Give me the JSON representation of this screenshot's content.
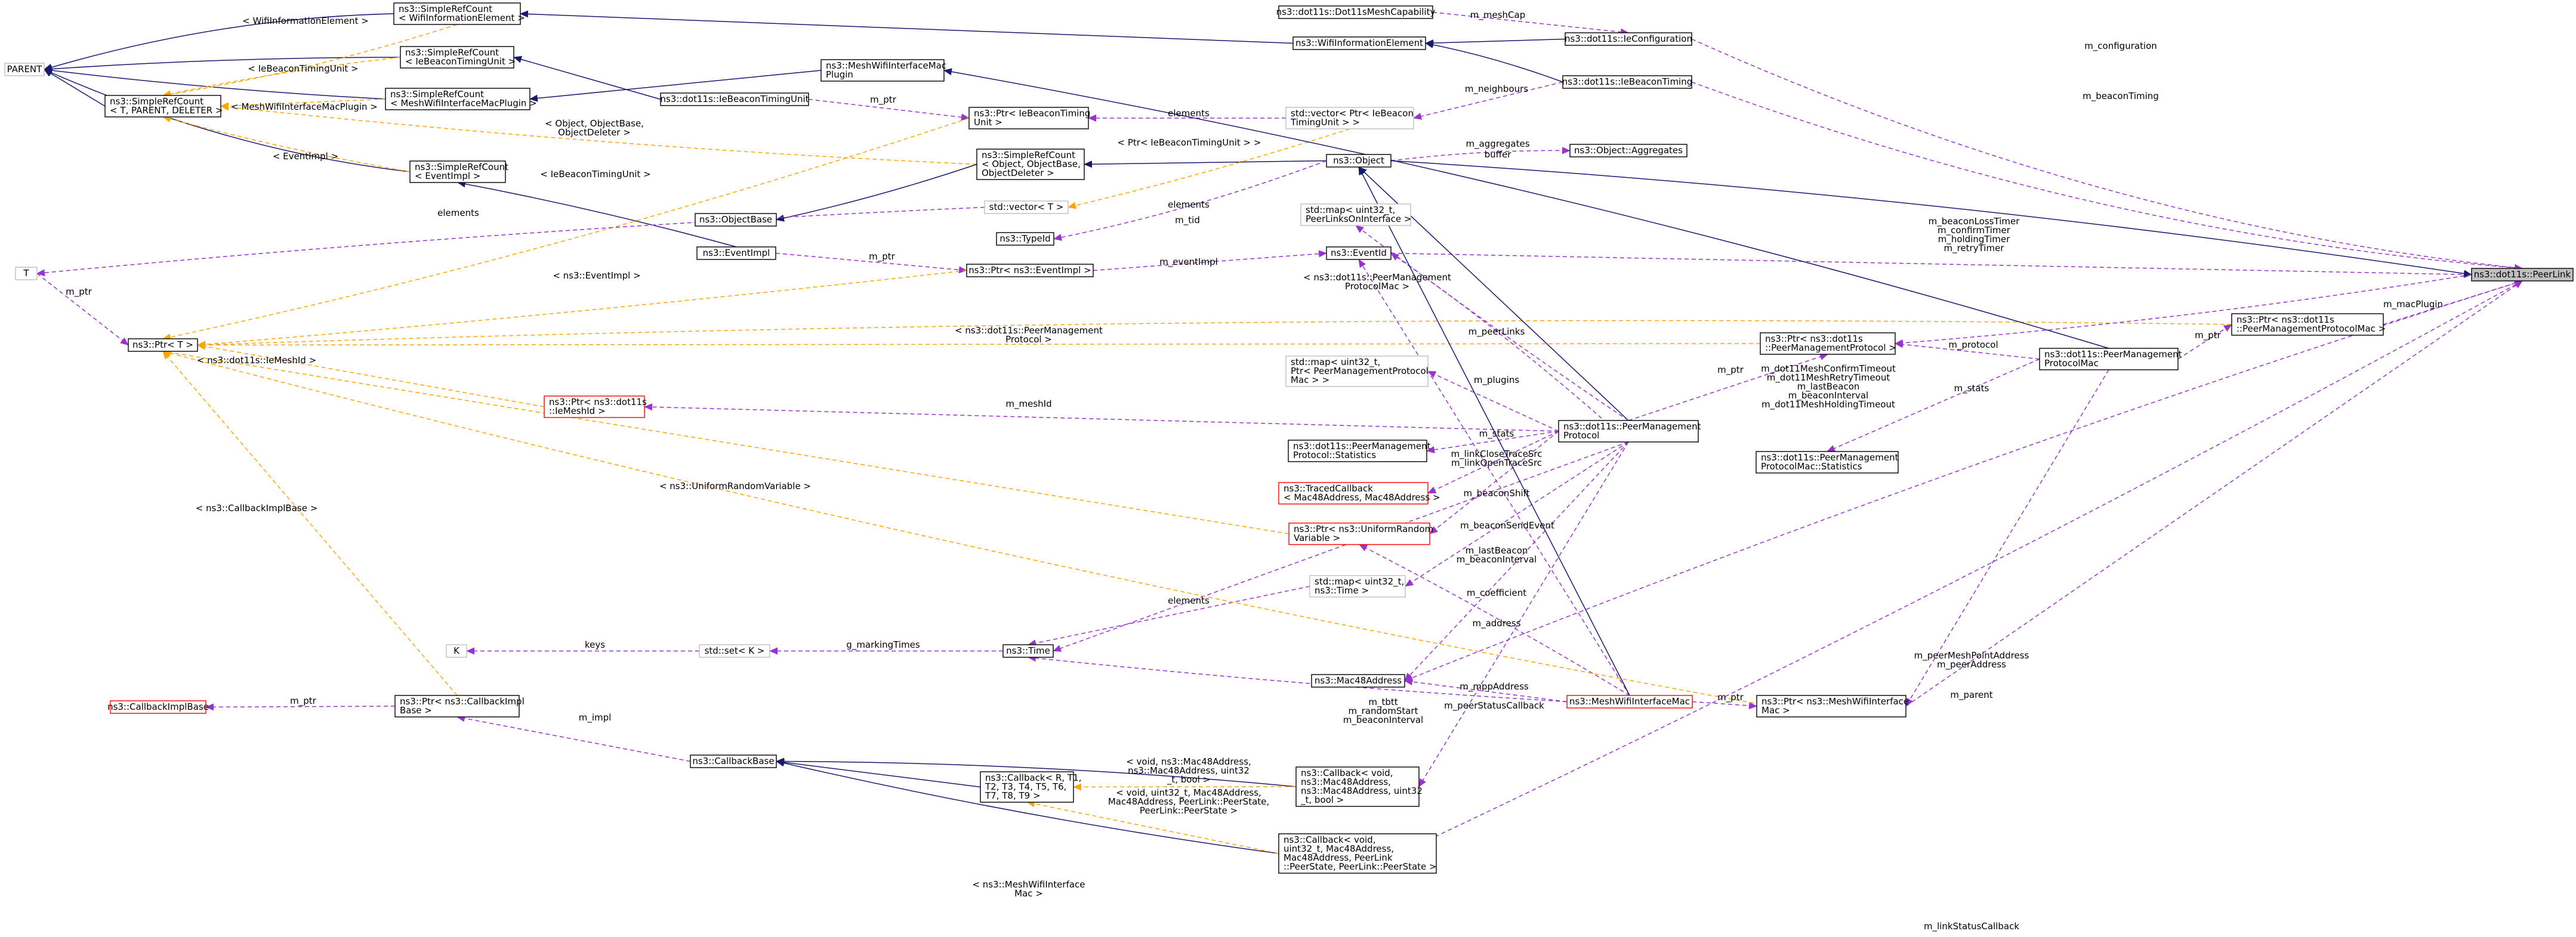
{
  "diagram": {
    "colors": {
      "inheritance": "#191970",
      "usage": "#9a32cd",
      "template": "#ffa500",
      "undocumented_border": "#ff0000",
      "external_border": "#bfbfbf",
      "focus_fill": "#bfbfbf"
    },
    "nodes": [
      {
        "id": "parent",
        "lines": [
          "PARENT"
        ],
        "style": "gray"
      },
      {
        "id": "srcount_tpd",
        "lines": [
          "ns3::SimpleRefCount",
          "< T, PARENT, DELETER >"
        ],
        "style": "box"
      },
      {
        "id": "srcount_wifiinfo",
        "lines": [
          "ns3::SimpleRefCount",
          "< WifiInformationElement >"
        ],
        "style": "box"
      },
      {
        "id": "srcount_ie_timing",
        "lines": [
          "ns3::SimpleRefCount",
          "< IeBeaconTimingUnit >"
        ],
        "style": "box"
      },
      {
        "id": "srcount_meshplugin",
        "lines": [
          "ns3::SimpleRefCount",
          "< MeshWifiInterfaceMacPlugin >"
        ],
        "style": "box"
      },
      {
        "id": "srcount_eventimpl",
        "lines": [
          "ns3::SimpleRefCount",
          "< EventImpl >"
        ],
        "style": "box"
      },
      {
        "id": "srcount_object",
        "lines": [
          "ns3::SimpleRefCount",
          "< Object, ObjectBase,",
          "ObjectDeleter >"
        ],
        "style": "box"
      },
      {
        "id": "t",
        "lines": [
          "T"
        ],
        "style": "gray"
      },
      {
        "id": "ptr_t",
        "lines": [
          "ns3::Ptr< T >"
        ],
        "style": "box"
      },
      {
        "id": "dot11s_meshcap",
        "lines": [
          "ns3::dot11s::Dot11sMeshCapability"
        ],
        "style": "box"
      },
      {
        "id": "wifiinfo",
        "lines": [
          "ns3::WifiInformationElement"
        ],
        "style": "box"
      },
      {
        "id": "ieconfig",
        "lines": [
          "ns3::dot11s::IeConfiguration"
        ],
        "style": "box"
      },
      {
        "id": "iebeacontiming",
        "lines": [
          "ns3::dot11s::IeBeaconTiming"
        ],
        "style": "box"
      },
      {
        "id": "meshplugin",
        "lines": [
          "ns3::MeshWifiInterfaceMac",
          "Plugin"
        ],
        "style": "box"
      },
      {
        "id": "ietimingunit",
        "lines": [
          "ns3::dot11s::IeBeaconTimingUnit"
        ],
        "style": "box"
      },
      {
        "id": "ptr_ietimingunit",
        "lines": [
          "ns3::Ptr< IeBeaconTiming",
          "Unit >"
        ],
        "style": "box"
      },
      {
        "id": "vector_ptr_timing",
        "lines": [
          "std::vector< Ptr< IeBeacon",
          "TimingUnit > >"
        ],
        "style": "gray"
      },
      {
        "id": "object",
        "lines": [
          "ns3::Object"
        ],
        "style": "box"
      },
      {
        "id": "object_aggregates",
        "lines": [
          "ns3::Object::Aggregates"
        ],
        "style": "box"
      },
      {
        "id": "objectbase",
        "lines": [
          "ns3::ObjectBase"
        ],
        "style": "box"
      },
      {
        "id": "vector_t",
        "lines": [
          "std::vector< T >"
        ],
        "style": "gray"
      },
      {
        "id": "map_peerlinks",
        "lines": [
          "std::map< uint32_t,",
          "PeerLinksOnInterface >"
        ],
        "style": "gray"
      },
      {
        "id": "typeid",
        "lines": [
          "ns3::TypeId"
        ],
        "style": "box"
      },
      {
        "id": "eventimpl",
        "lines": [
          "ns3::EventImpl"
        ],
        "style": "box"
      },
      {
        "id": "ptr_eventimpl",
        "lines": [
          "ns3::Ptr< ns3::EventImpl >"
        ],
        "style": "box"
      },
      {
        "id": "eventid",
        "lines": [
          "ns3::EventId"
        ],
        "style": "box"
      },
      {
        "id": "peerlink",
        "lines": [
          "ns3::dot11s::PeerLink"
        ],
        "style": "focus"
      },
      {
        "id": "ptr_pmpmac",
        "lines": [
          "ns3::Ptr< ns3::dot11s",
          "::PeerManagementProtocolMac >"
        ],
        "style": "box"
      },
      {
        "id": "ptr_pmp",
        "lines": [
          "ns3::Ptr< ns3::dot11s",
          "::PeerManagementProtocol >"
        ],
        "style": "box"
      },
      {
        "id": "pmpmac",
        "lines": [
          "ns3::dot11s::PeerManagement",
          "ProtocolMac"
        ],
        "style": "box"
      },
      {
        "id": "pmpmac_stats",
        "lines": [
          "ns3::dot11s::PeerManagement",
          "ProtocolMac::Statistics"
        ],
        "style": "box"
      },
      {
        "id": "ptr_iemeshid",
        "lines": [
          "ns3::Ptr< ns3::dot11s",
          "::IeMeshId >"
        ],
        "style": "red"
      },
      {
        "id": "map_pmp_plugins",
        "lines": [
          "std::map< uint32_t,",
          "Ptr< PeerManagementProtocol",
          "Mac > >"
        ],
        "style": "gray"
      },
      {
        "id": "pmp",
        "lines": [
          "ns3::dot11s::PeerManagement",
          "Protocol"
        ],
        "style": "box"
      },
      {
        "id": "pmp_stats",
        "lines": [
          "ns3::dot11s::PeerManagement",
          "Protocol::Statistics"
        ],
        "style": "box"
      },
      {
        "id": "traced_cb",
        "lines": [
          "ns3::TracedCallback",
          "< Mac48Address, Mac48Address >"
        ],
        "style": "red"
      },
      {
        "id": "ptr_uniform",
        "lines": [
          "ns3::Ptr< ns3::UniformRandom",
          "Variable >"
        ],
        "style": "red"
      },
      {
        "id": "map_time",
        "lines": [
          "std::map< uint32_t,",
          "ns3::Time >"
        ],
        "style": "gray"
      },
      {
        "id": "k",
        "lines": [
          "K"
        ],
        "style": "gray"
      },
      {
        "id": "set_k",
        "lines": [
          "std::set< K >"
        ],
        "style": "gray"
      },
      {
        "id": "time",
        "lines": [
          "ns3::Time"
        ],
        "style": "box"
      },
      {
        "id": "mac48",
        "lines": [
          "ns3::Mac48Address"
        ],
        "style": "box"
      },
      {
        "id": "meshwifimac",
        "lines": [
          "ns3::MeshWifiInterfaceMac"
        ],
        "style": "red"
      },
      {
        "id": "ptr_meshwifimac",
        "lines": [
          "ns3::Ptr< ns3::MeshWifiInterface",
          "Mac >"
        ],
        "style": "box"
      },
      {
        "id": "cbimplbase",
        "lines": [
          "ns3::CallbackImplBase"
        ],
        "style": "red"
      },
      {
        "id": "ptr_cbimplbase",
        "lines": [
          "ns3::Ptr< ns3::CallbackImpl",
          "Base >"
        ],
        "style": "box"
      },
      {
        "id": "callbackbase",
        "lines": [
          "ns3::CallbackBase"
        ],
        "style": "box"
      },
      {
        "id": "callback_tpl",
        "lines": [
          "ns3::Callback< R, T1,",
          "T2, T3, T4, T5, T6,",
          "T7, T8, T9 >"
        ],
        "style": "box"
      },
      {
        "id": "callback_void_mac",
        "lines": [
          "ns3::Callback< void,",
          "ns3::Mac48Address,",
          "ns3::Mac48Address, uint32",
          "_t, bool >"
        ],
        "style": "box"
      },
      {
        "id": "callback_void_peer",
        "lines": [
          "ns3::Callback< void,",
          "uint32_t, Mac48Address,",
          "Mac48Address, PeerLink",
          "::PeerState, PeerLink::PeerState >"
        ],
        "style": "box"
      }
    ],
    "edge_labels": [
      {
        "id": "lbl_wifiinfo_elem",
        "lines": [
          "< WifiInformationElement >"
        ]
      },
      {
        "id": "lbl_ietimingunit",
        "lines": [
          "< IeBeaconTimingUnit >"
        ]
      },
      {
        "id": "lbl_meshplugin",
        "lines": [
          "< MeshWifiInterfaceMacPlugin >"
        ]
      },
      {
        "id": "lbl_object_tpl",
        "lines": [
          "< Object, ObjectBase,",
          "ObjectDeleter >"
        ]
      },
      {
        "id": "lbl_eventimpl_tpl",
        "lines": [
          "< EventImpl >"
        ]
      },
      {
        "id": "lbl_ietimingunit2",
        "lines": [
          "< IeBeaconTimingUnit >"
        ]
      },
      {
        "id": "lbl_elements_vec",
        "lines": [
          "elements"
        ]
      },
      {
        "id": "lbl_mptr_t",
        "lines": [
          "m_ptr"
        ]
      },
      {
        "id": "lbl_ptr_eventimpl_tpl",
        "lines": [
          "< ns3::EventImpl >"
        ]
      },
      {
        "id": "lbl_ptr_pmpmac_tpl",
        "lines": [
          "< ns3::dot11s::PeerManagement",
          "ProtocolMac >"
        ]
      },
      {
        "id": "lbl_ptr_pmp_tpl",
        "lines": [
          "< ns3::dot11s::PeerManagement",
          "Protocol >"
        ]
      },
      {
        "id": "lbl_iemeshid_tpl",
        "lines": [
          "< ns3::dot11s::IeMeshId >"
        ]
      },
      {
        "id": "lbl_uniform_tpl",
        "lines": [
          "< ns3::UniformRandomVariable >"
        ]
      },
      {
        "id": "lbl_cbimpl_tpl",
        "lines": [
          "< ns3::CallbackImplBase >"
        ]
      },
      {
        "id": "lbl_meshwifi_tpl",
        "lines": [
          "< ns3::MeshWifiInterface",
          "Mac >"
        ]
      },
      {
        "id": "lbl_mptr_ietiming",
        "lines": [
          "m_ptr"
        ]
      },
      {
        "id": "lbl_elements_ietiming",
        "lines": [
          "elements"
        ]
      },
      {
        "id": "lbl_ptr_ietiming_tpl",
        "lines": [
          "< Ptr< IeBeaconTimingUnit > >"
        ]
      },
      {
        "id": "lbl_meshcap",
        "lines": [
          "m_meshCap"
        ]
      },
      {
        "id": "lbl_neighbours",
        "lines": [
          "m_neighbours"
        ]
      },
      {
        "id": "lbl_aggregates",
        "lines": [
          "m_aggregates"
        ]
      },
      {
        "id": "lbl_buffer",
        "lines": [
          "buffer"
        ]
      },
      {
        "id": "lbl_elements_map",
        "lines": [
          "elements"
        ]
      },
      {
        "id": "lbl_tid",
        "lines": [
          "m_tid"
        ]
      },
      {
        "id": "lbl_mptr_eventimpl",
        "lines": [
          "m_ptr"
        ]
      },
      {
        "id": "lbl_eventimpl",
        "lines": [
          "m_eventImpl"
        ]
      },
      {
        "id": "lbl_configuration",
        "lines": [
          "m_configuration"
        ]
      },
      {
        "id": "lbl_beacontiming",
        "lines": [
          "m_beaconTiming"
        ]
      },
      {
        "id": "lbl_timers",
        "lines": [
          "m_beaconLossTimer",
          "m_confirmTimer",
          "m_holdingTimer",
          "m_retryTimer"
        ]
      },
      {
        "id": "lbl_macplugin",
        "lines": [
          "m_macPlugin"
        ]
      },
      {
        "id": "lbl_mptr_pmpmac",
        "lines": [
          "m_ptr"
        ]
      },
      {
        "id": "lbl_protocol",
        "lines": [
          "m_protocol"
        ]
      },
      {
        "id": "lbl_mptr_pmp",
        "lines": [
          "m_ptr"
        ]
      },
      {
        "id": "lbl_stats_mac",
        "lines": [
          "m_stats"
        ]
      },
      {
        "id": "lbl_dot11_params",
        "lines": [
          "m_dot11MeshConfirmTimeout",
          "m_dot11MeshRetryTimeout",
          "m_lastBeacon",
          "m_beaconInterval",
          "m_dot11MeshHoldingTimeout"
        ]
      },
      {
        "id": "lbl_peerlinks",
        "lines": [
          "m_peerLinks"
        ]
      },
      {
        "id": "lbl_plugins",
        "lines": [
          "m_plugins"
        ]
      },
      {
        "id": "lbl_meshid",
        "lines": [
          "m_meshId"
        ]
      },
      {
        "id": "lbl_stats_pmp",
        "lines": [
          "m_stats"
        ]
      },
      {
        "id": "lbl_tracesrc",
        "lines": [
          "m_linkCloseTraceSrc",
          "m_linkOpenTraceSrc"
        ]
      },
      {
        "id": "lbl_beaconshift",
        "lines": [
          "m_beaconShift"
        ]
      },
      {
        "id": "lbl_beaconsendevent",
        "lines": [
          "m_beaconSendEvent"
        ]
      },
      {
        "id": "lbl_lastbeacon",
        "lines": [
          "m_lastBeacon",
          "m_beaconInterval"
        ]
      },
      {
        "id": "lbl_coefficient",
        "lines": [
          "m_coefficient"
        ]
      },
      {
        "id": "lbl_elements_time",
        "lines": [
          "elements"
        ]
      },
      {
        "id": "lbl_keys",
        "lines": [
          "keys"
        ]
      },
      {
        "id": "lbl_markingtimes",
        "lines": [
          "g_markingTimes"
        ]
      },
      {
        "id": "lbl_address",
        "lines": [
          "m_address"
        ]
      },
      {
        "id": "lbl_peeraddr",
        "lines": [
          "m_peerMeshPointAddress",
          "m_peerAddress"
        ]
      },
      {
        "id": "lbl_mppaddress",
        "lines": [
          "m_mppAddress"
        ]
      },
      {
        "id": "lbl_mptr_meshwifi",
        "lines": [
          "m_ptr"
        ]
      },
      {
        "id": "lbl_parent",
        "lines": [
          "m_parent"
        ]
      },
      {
        "id": "lbl_tbtt",
        "lines": [
          "m_tbtt",
          "m_randomStart",
          "m_beaconInterval"
        ]
      },
      {
        "id": "lbl_peerstatus",
        "lines": [
          "m_peerStatusCallback"
        ]
      },
      {
        "id": "lbl_mptr_cbimpl",
        "lines": [
          "m_ptr"
        ]
      },
      {
        "id": "lbl_impl",
        "lines": [
          "m_impl"
        ]
      },
      {
        "id": "lbl_cb_mac_tpl",
        "lines": [
          "< void, ns3::Mac48Address,",
          "ns3::Mac48Address, uint32",
          "_t, bool >"
        ]
      },
      {
        "id": "lbl_cb_peer_tpl",
        "lines": [
          "< void, uint32_t, Mac48Address,",
          "Mac48Address, PeerLink::PeerState,",
          "PeerLink::PeerState >"
        ]
      },
      {
        "id": "lbl_linkstatus",
        "lines": [
          "m_linkStatusCallback"
        ]
      }
    ]
  }
}
